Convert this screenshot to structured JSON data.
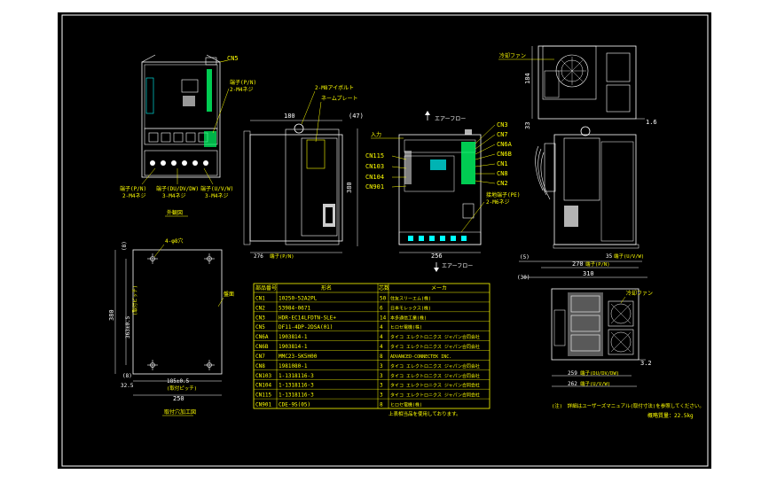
{
  "colors": {
    "sheet": "#000000",
    "border": "#ffffff",
    "label": "#ffff00",
    "line": "#ffffff",
    "connector": "#00ff66",
    "cyan": "#00ffff",
    "magenta": "#ff33ff"
  },
  "front_view": {
    "cn5": "CN5",
    "terminal_pn": "端子(P/N)",
    "screw_pn": "2-M4ネジ",
    "terminal_pdv": "端子(DU/DV/DW)",
    "screw_pdv": "3-M4ネジ",
    "terminal_uvw": "端子(U/V/W)",
    "screw_uvw": "3-M4ネジ",
    "caption": "外観図"
  },
  "side_view": {
    "dim_width": "180",
    "dim_top": "(47)",
    "dim_height": "380",
    "dim_bottom": "276",
    "dim_bottom_label": "端子(P/N)",
    "eyebolt": "2-M8アイボルト",
    "nameplate": "ネームプレート"
  },
  "center_view": {
    "airflow_out": "エアーフロー",
    "airflow_in": "エアーフロー",
    "input_label": "入力",
    "left_labels": [
      "CN115",
      "CN103",
      "CN104",
      "CN901"
    ],
    "right_labels": [
      "CN3",
      "CN7",
      "CN6A",
      "CN6B",
      "CN1",
      "CN8",
      "CN2"
    ],
    "ground": "接地端子(PE)",
    "ground_screw": "2-M6ネジ",
    "dim_width": "256"
  },
  "mount_view": {
    "holes": "4-φ8穴",
    "panel": "盤面",
    "dim_top": "(8)",
    "dim_height": "380",
    "dim_pitch": "363±0.5",
    "dim_pitch_label": "(取付ピッチ)",
    "dim_bottom": "(8)",
    "dim_left": "32.5",
    "dim_inner": "185±0.5",
    "dim_inner_label": "(取付ピッチ)",
    "dim_width": "250",
    "caption": "取付穴加工図"
  },
  "right_view": {
    "fan_top": "冷却ファン",
    "dim_184": "184",
    "dim_33": "33",
    "dim_1_6": "1.6",
    "dim_5": "(5)",
    "dim_270": "270",
    "dim_270_label": "端子(P/N)",
    "dim_35": "35",
    "dim_35_label": "端子(U/V/W)",
    "dim_30": "(30)",
    "dim_310": "310",
    "fan_bottom": "冷却ファン",
    "dim_3_2": "3.2",
    "dim_259": "259",
    "dim_259_label": "端子(DU/DV/DW)",
    "dim_262": "262",
    "dim_262_label": "端子(U/V/W)"
  },
  "table": {
    "headers": [
      "部品番号",
      "形名",
      "芯数",
      "メーカ"
    ],
    "rows": [
      [
        "CN1",
        "10250-52A2PL",
        "50",
        "住友スリーエム(株)"
      ],
      [
        "CN2",
        "53984-0671",
        "6",
        "日本モレックス(株)"
      ],
      [
        "CN3",
        "HDR-EC14LFDTN-SLE+",
        "14",
        "本多通信工業(株)"
      ],
      [
        "CN5",
        "DF11-4DP-2DSA(01)",
        "4",
        "ヒロセ電機(株)"
      ],
      [
        "CN6A",
        "1903814-1",
        "4",
        "タイコ エレクトロニクス ジャパン合同会社"
      ],
      [
        "CN6B",
        "1903814-1",
        "4",
        "タイコ エレクトロニクス ジャパン合同会社"
      ],
      [
        "CN7",
        "MMC23-5K5H00",
        "8",
        "ADVANCED-CONNECTEK INC."
      ],
      [
        "CN8",
        "1981080-1",
        "3",
        "タイコ エレクトロニクス ジャパン合同会社"
      ],
      [
        "CN103",
        "1-1318116-3",
        "3",
        "タイコ エレクトロニクス ジャパン合同会社"
      ],
      [
        "CN104",
        "1-1318116-3",
        "3",
        "タイコ エレクトロニクス ジャパン合同会社"
      ],
      [
        "CN115",
        "1-1318116-3",
        "3",
        "タイコ エレクトロニクス ジャパン合同会社"
      ],
      [
        "CN901",
        "CDE-9S(05)",
        "8",
        "ヒロセ電機(株)"
      ]
    ],
    "footnote": "上表相当品を使用しております。"
  },
  "notes": {
    "note": "(注)　詳細はユーザーズマニュアル(取付寸法)を参照してください。",
    "mass": "概略質量：22.5kg"
  }
}
